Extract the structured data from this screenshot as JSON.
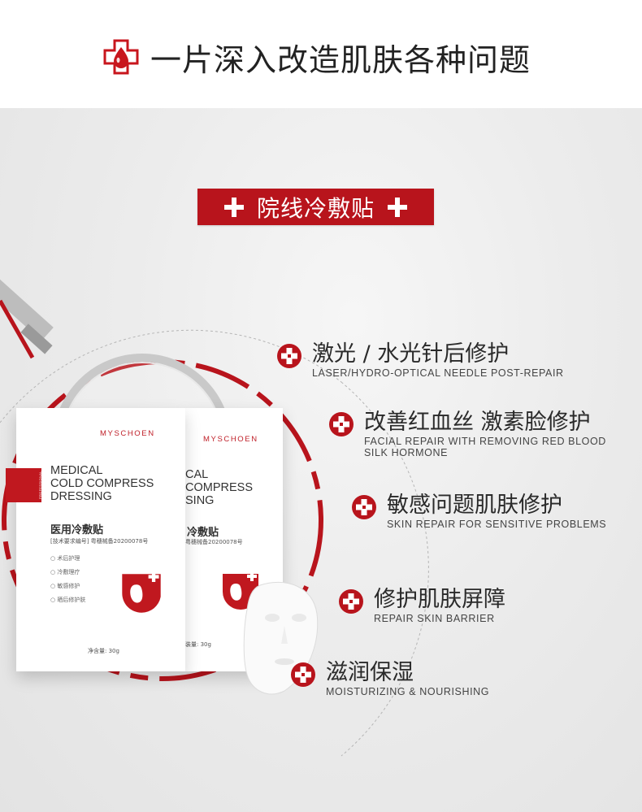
{
  "header": {
    "title": "一片深入改造肌肤各种问题",
    "icon": "red-cross-drop-icon"
  },
  "banner": {
    "label": "院线冷敷贴"
  },
  "product": {
    "brand": "MYSCHOEN",
    "name_en_line1": "MEDICAL",
    "name_en_line2": "COLD COMPRESS",
    "name_en_line3": "DRESSING",
    "name_cn": "医用冷敷贴",
    "reg_text": "[技术要求编号] 粤穗械备20200078号",
    "vertical_text": "PROFESSIONAL",
    "usage": [
      "术后护理",
      "冷敷理疗",
      "敏感修护",
      "晒后修护肤"
    ],
    "net_content": "净含量: 30g"
  },
  "features": [
    {
      "cn": "激光 / 水光针后修护",
      "en": "LASER/HYDRO-OPTICAL NEEDLE POST-REPAIR",
      "icon": "red-cross-circle-icon"
    },
    {
      "cn": "改善红血丝 激素脸修护",
      "en": "FACIAL REPAIR WITH REMOVING RED BLOOD SILK HORMONE",
      "icon": "red-cross-circle-icon"
    },
    {
      "cn": "敏感问题肌肤修护",
      "en": "SKIN REPAIR FOR SENSITIVE PROBLEMS",
      "icon": "red-cross-circle-icon"
    },
    {
      "cn": "修护肌肤屏障",
      "en": "REPAIR SKIN BARRIER",
      "icon": "red-cross-circle-icon"
    },
    {
      "cn": "滋润保湿",
      "en": "MOISTURIZING & NOURISHING",
      "icon": "red-cross-circle-icon"
    }
  ],
  "colors": {
    "accent": "#b8141c",
    "background": "#ebebeb"
  }
}
